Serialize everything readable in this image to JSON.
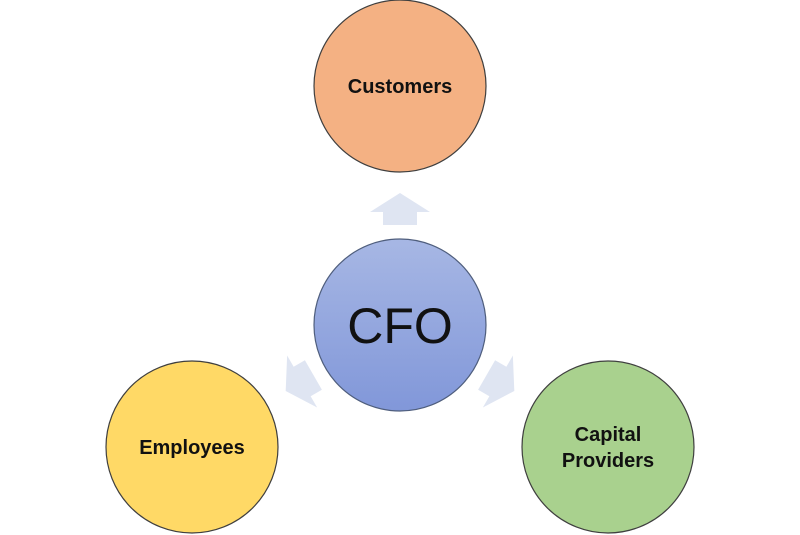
{
  "diagram": {
    "center": {
      "label": "CFO"
    },
    "nodes": [
      {
        "id": "customers",
        "lines": [
          "Customers"
        ]
      },
      {
        "id": "employees",
        "lines": [
          "Employees"
        ]
      },
      {
        "id": "capital-providers",
        "lines": [
          "Capital",
          "Providers"
        ]
      }
    ]
  },
  "colors": {
    "center_top": "#a7b7e4",
    "center_bottom": "#8197d9",
    "center_stroke": "#4f5e7d",
    "customers_fill": "#f4b183",
    "employees_fill": "#ffd966",
    "capital_providers_fill": "#a9d18e",
    "node_stroke": "#3f3f3f",
    "arrow_fill": "#dfe5f2"
  }
}
